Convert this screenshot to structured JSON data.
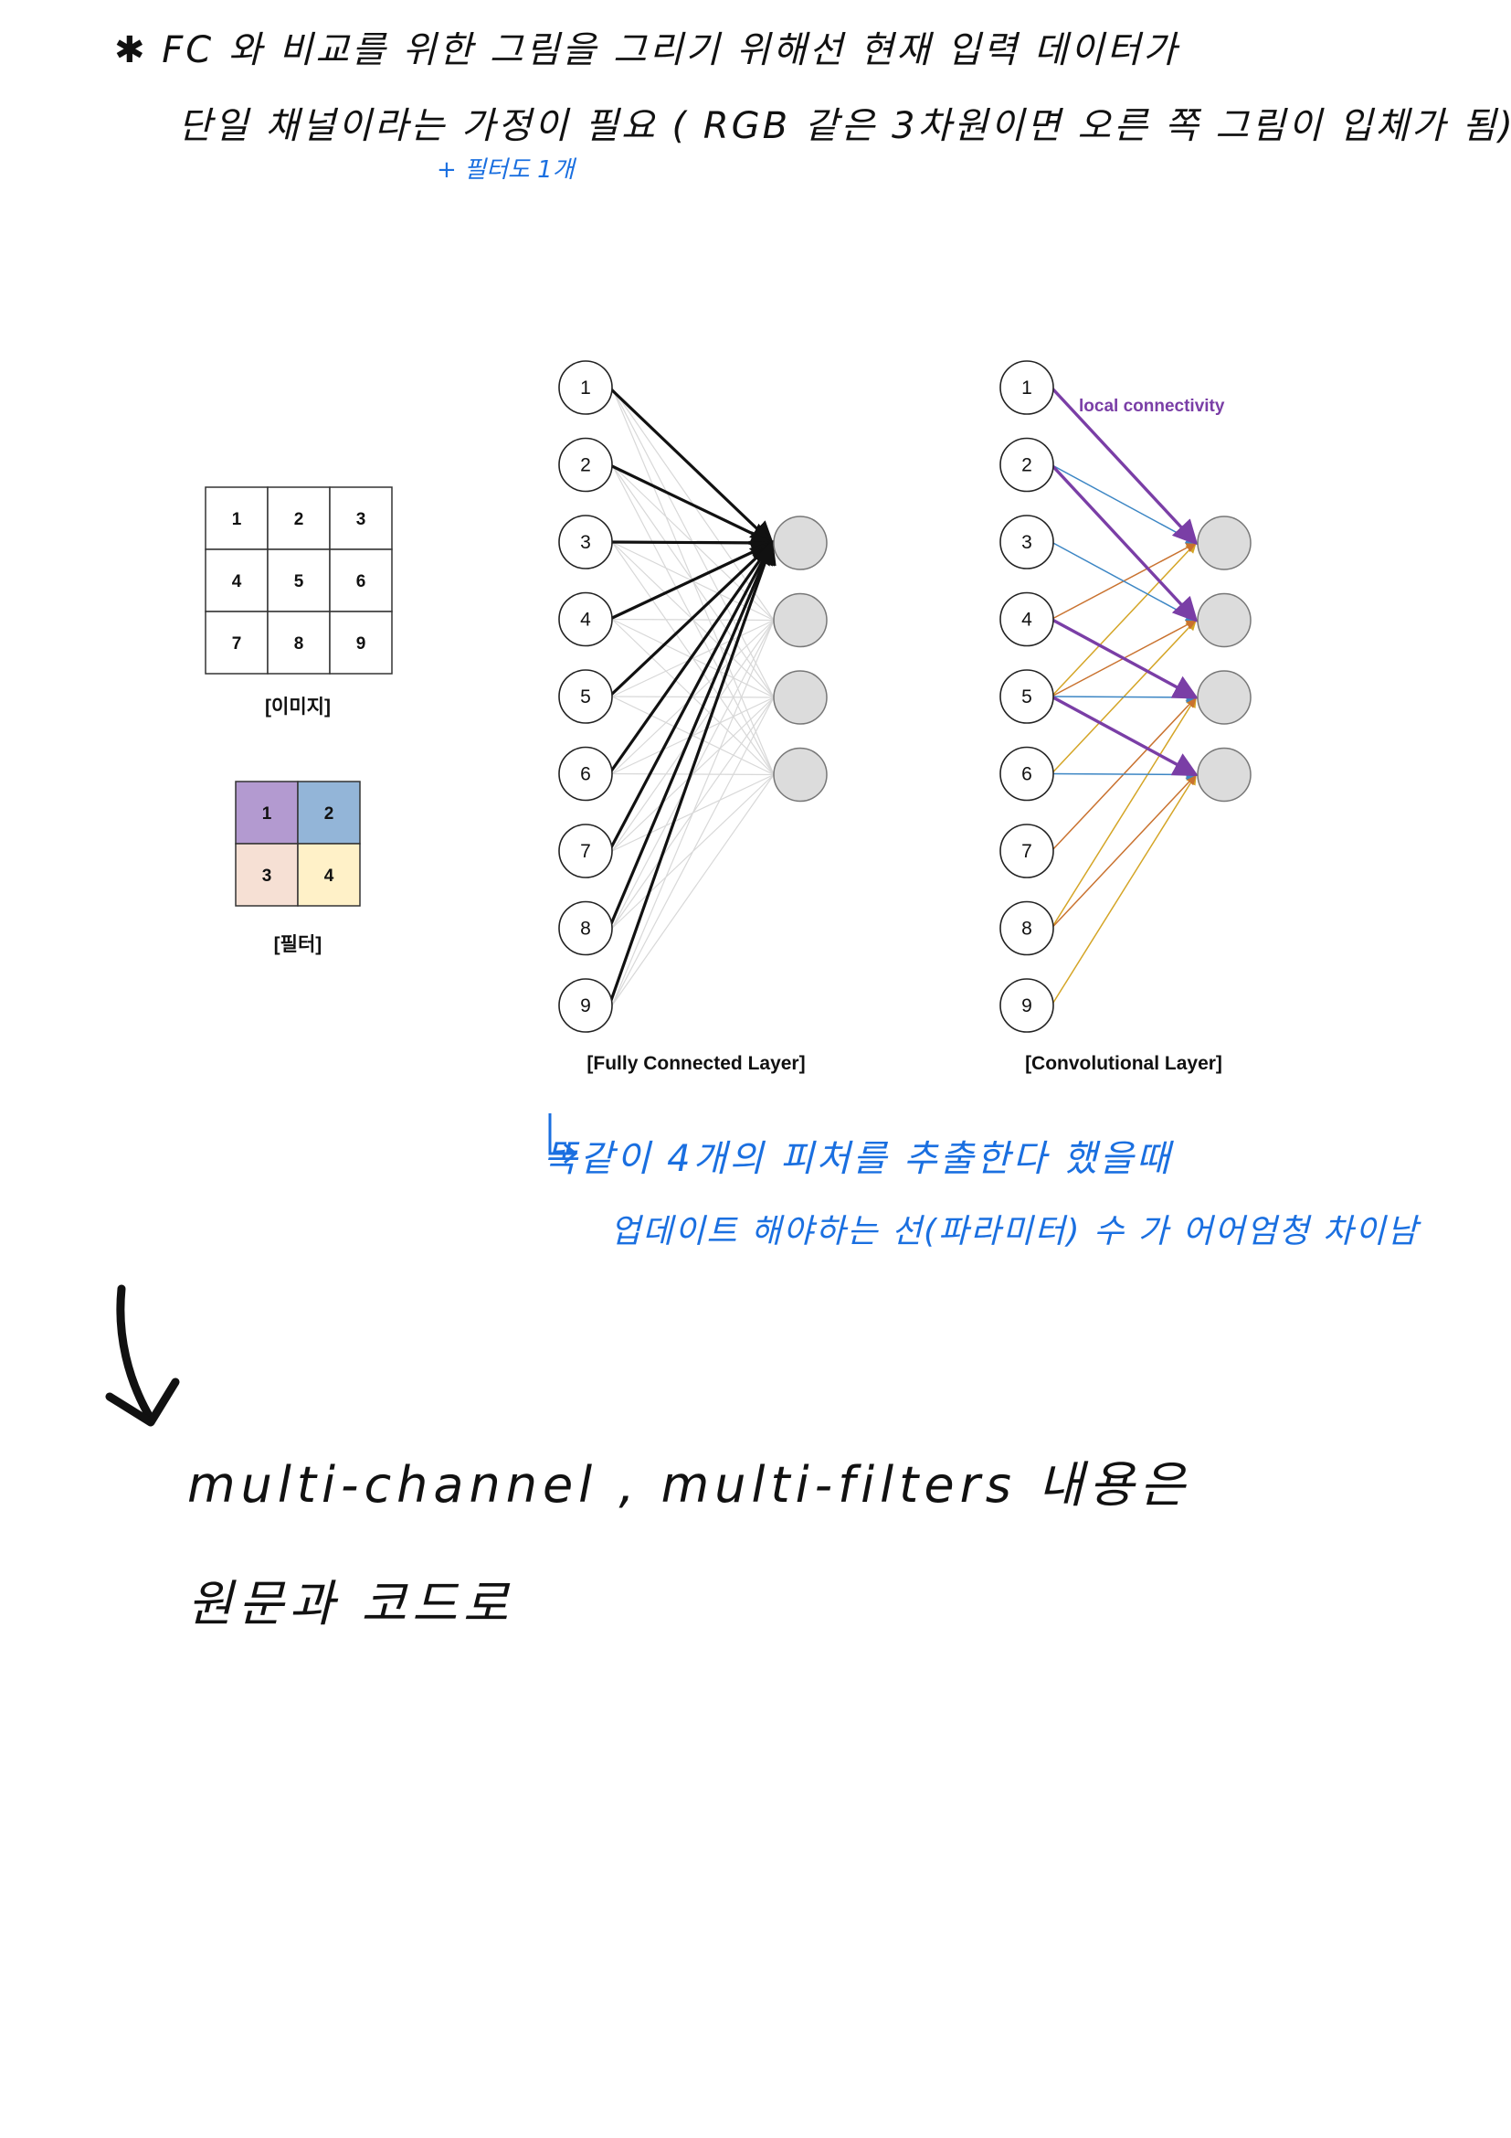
{
  "notes": {
    "line1": "FC 와 비교를 위한  그림을  그리기 위해선   현재   입력 데이터가",
    "line2": "단일 채널이라는  가정이  필요 ( RGB 같은  3차원이면  오른 쪽 그림이 입체가 됨)",
    "filter_note": "+ 필터도 1개",
    "arrow_line1": "똑같이  4개의  피처를   추출한다  했을때",
    "arrow_line2": "업데이트 해야하는  선(파라미터) 수 가  어어엄청  차이남",
    "bottom_line1": "multi-channel  ,  multi-filters   내용은",
    "bottom_line2": "원문과   코드로"
  },
  "image_grid": {
    "cells": [
      "1",
      "2",
      "3",
      "4",
      "5",
      "6",
      "7",
      "8",
      "9"
    ],
    "caption": "[이미지]"
  },
  "filter_grid": {
    "cells": [
      "1",
      "2",
      "3",
      "4"
    ],
    "colors": [
      "#b39ad0",
      "#93b5d8",
      "#f6e0d4",
      "#fff1c8"
    ],
    "caption": "[필터]"
  },
  "fc_layer": {
    "inputs": [
      "1",
      "2",
      "3",
      "4",
      "5",
      "6",
      "7",
      "8",
      "9"
    ],
    "outputs": 4,
    "caption": "[Fully Connected Layer]"
  },
  "conv_layer": {
    "inputs": [
      "1",
      "2",
      "3",
      "4",
      "5",
      "6",
      "7",
      "8",
      "9"
    ],
    "outputs": 4,
    "caption": "[Convolutional Layer]",
    "annotation": "local connectivity",
    "colors": {
      "purple": "#7a3ea6",
      "blue": "#3c86c4",
      "orange": "#c9722f",
      "yellow": "#d4a526"
    }
  },
  "colors": {
    "handwriting_blue": "#1a6fe0",
    "node_fill": "#dcdcdc"
  }
}
